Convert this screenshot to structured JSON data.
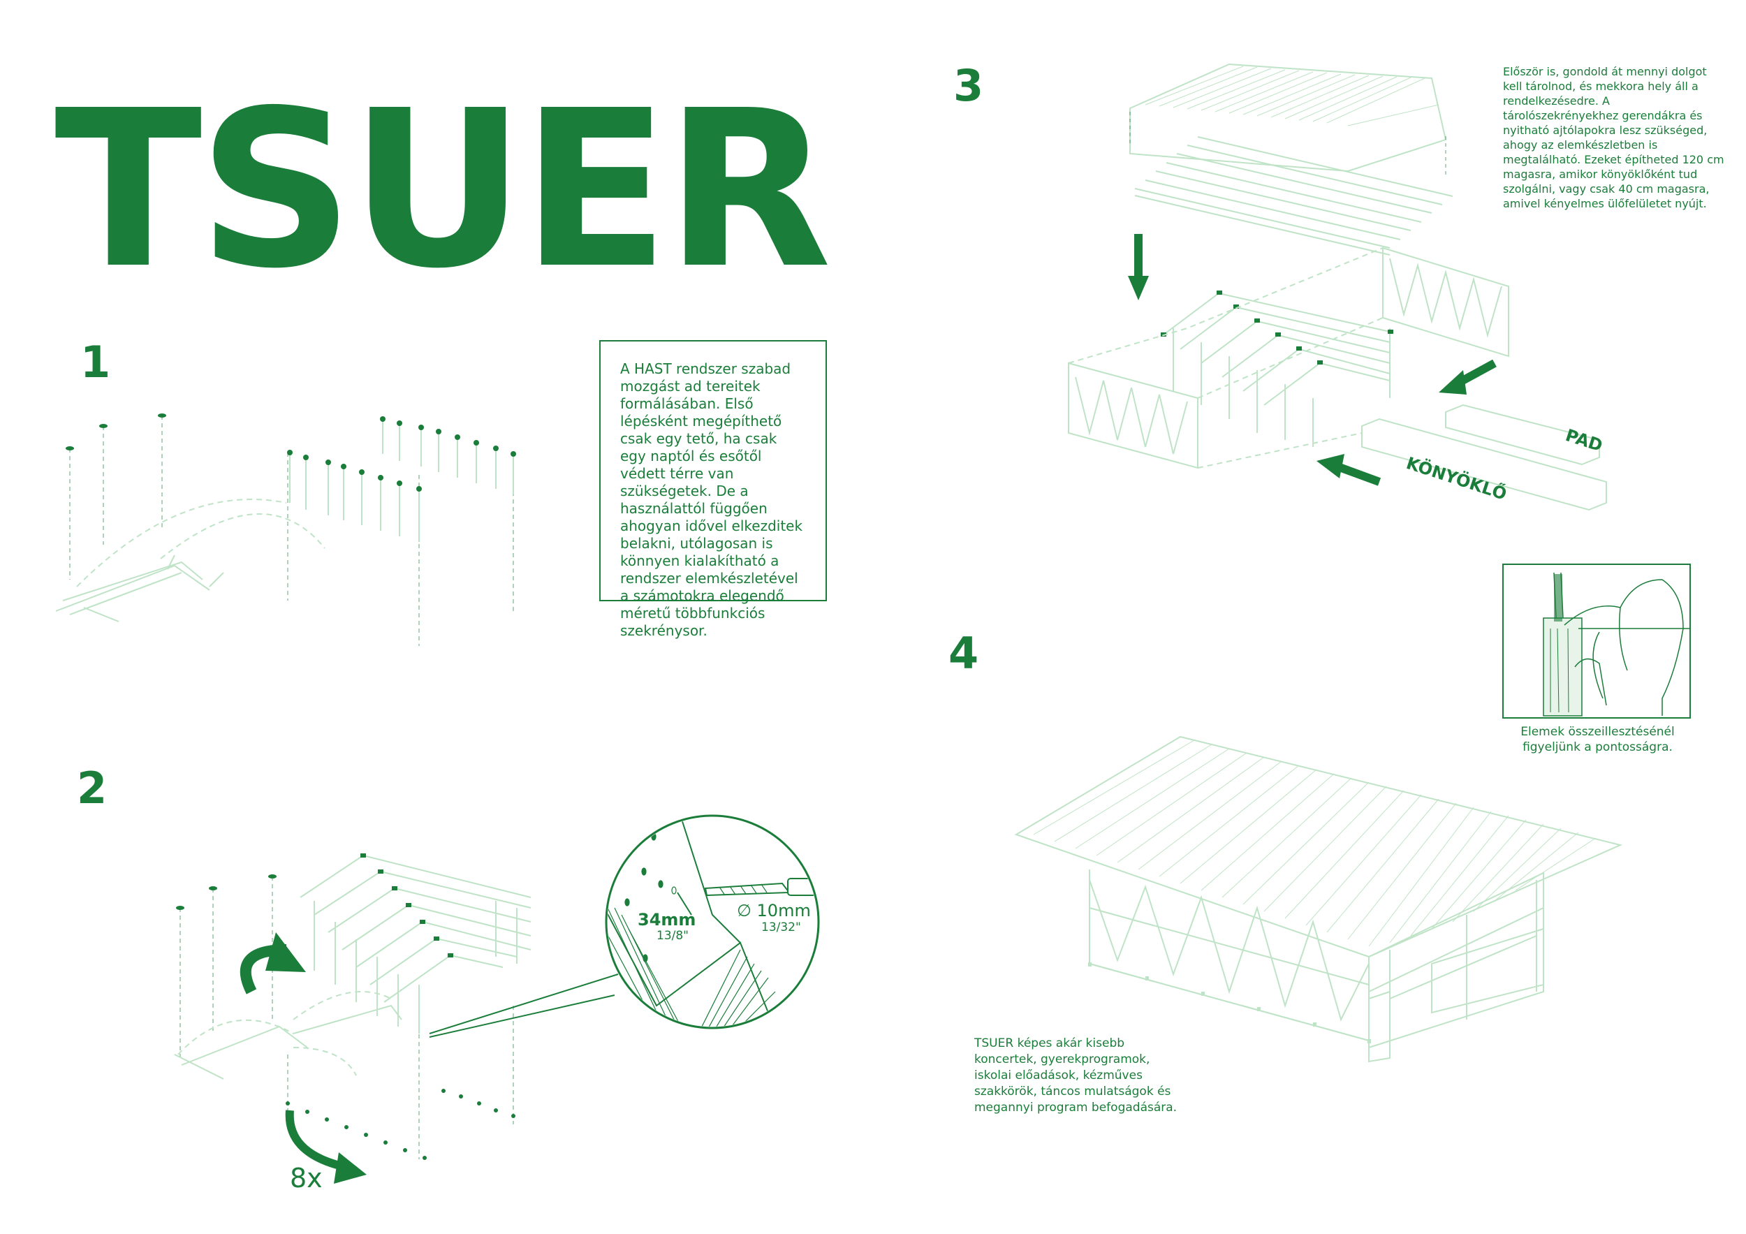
{
  "title": "TSUER",
  "steps": {
    "s1": "1",
    "s2": "2",
    "s3": "3",
    "s4": "4"
  },
  "intro_text": "A HAST rendszer szabad mozgást ad tereitek formálásában. Első lépésként megépíthető csak egy tető, ha csak egy naptól és esőtől védett térre van szükségetek. De a használattól függően ahogyan idővel elkezditek belakni, utólagosan is könnyen kialakítható a rendszer elemkészletével a számotokra elegendő méretű többfunkciós szekrénysor.",
  "step3_text": "Először is, gondold át mennyi dolgot kell tárolnod, és mekkora hely áll a rendelkezésedre. A tárolószekrényekhez gerendákra és nyitható ajtólapokra lesz szükséged, ahogy az elemkészletben is megtalálható. Ezeket építheted 120 cm magasra, amikor könyöklőként tud szolgálni, vagy csak 40 cm magasra, amivel kényelmes ülőfelületet nyújt.",
  "step4_text": "TSUER képes akár kisebb koncertek, gyerekprogramok, iskolai előadások, kézműves szakkörök, táncos mulatságok és megannyi program befogadására.",
  "photo_caption": "Elemek összeillesztésénél figyeljünk a pontosságra.",
  "labels": {
    "pad": "PAD",
    "konyoklo": "KÖNYÖKLŐ",
    "repeat": "8x",
    "dim1_metric": "34mm",
    "dim1_imperial": "13/8\"",
    "dim2_metric": "∅ 10mm",
    "dim2_imperial": "13/32\""
  },
  "colors": {
    "primary": "#1b7d3a",
    "light": "#bfe3c6"
  }
}
